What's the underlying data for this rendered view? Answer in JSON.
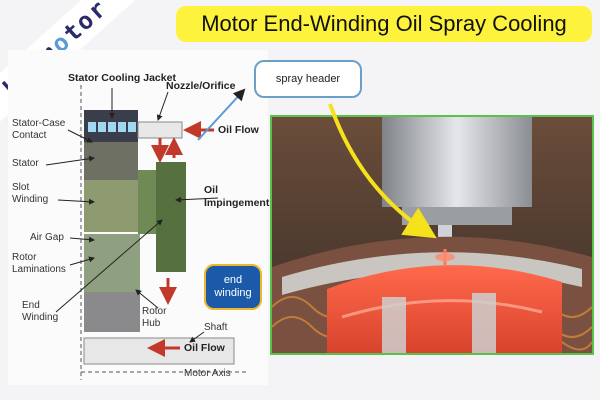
{
  "title": "Motor End-Winding Oil Spray Cooling",
  "brand": {
    "text_before": "Lamm",
    "text_o": "o",
    "text_after": "tor"
  },
  "diagram_labels": {
    "stator_cooling_jacket": "Stator Cooling Jacket",
    "nozzle_orifice": "Nozzle/Orifice",
    "stator_case_contact": "Stator-Case Contact",
    "stator": "Stator",
    "slot_winding": "Slot Winding",
    "oil_impingement": "Oil Impingement",
    "air_gap": "Air Gap",
    "rotor_laminations": "Rotor Laminations",
    "end_winding": "End Winding",
    "rotor_hub": "Rotor Hub",
    "shaft": "Shaft",
    "oil_flow_top": "Oil Flow",
    "oil_flow_bottom": "Oil Flow",
    "motor_axis": "Motor Axis"
  },
  "callouts": {
    "spray_header": "spray header",
    "end_winding_line1": "end",
    "end_winding_line2": "winding"
  },
  "colors": {
    "title_bg": "#fdf23c",
    "arrow_red": "#c0392b",
    "photo_border": "#58c24a",
    "callout_blue": "#1a5aa8",
    "callout_border_gold": "#f0b52a",
    "yellow_arrow": "#f5e21c"
  }
}
